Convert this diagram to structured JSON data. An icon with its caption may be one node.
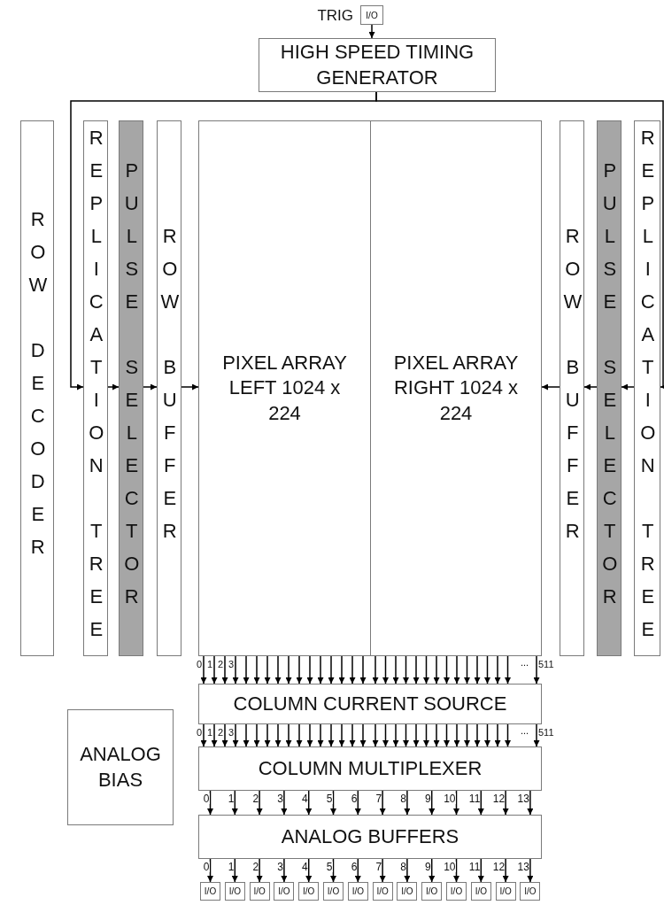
{
  "diagram": {
    "nodes": [
      {
        "text": [
          "I/O"
        ],
        "beside": [
          "TRIG"
        ]
      },
      {
        "text": [
          "HIGH SPEED TIMING GENERATOR"
        ]
      },
      {
        "text": [
          "ROW DECODER"
        ]
      },
      {
        "text": [
          "REPLICATION TREE"
        ]
      },
      {
        "text": [
          "PULSE SELECTOR"
        ]
      },
      {
        "text": [
          "ROW BUFFER"
        ]
      },
      {
        "text": [
          "PIXEL ARRAY LEFT 1024 x 224"
        ]
      },
      {
        "text": [
          "PIXEL ARRAY RIGHT 1024 x 224"
        ]
      },
      {
        "text": [
          "ROW BUFFER"
        ]
      },
      {
        "text": [
          "PULSE SELECTOR"
        ]
      },
      {
        "text": [
          "REPLICATION TREE"
        ]
      },
      {
        "text": [
          "COLUMN CURRENT SOURCE"
        ]
      },
      {
        "text": [
          "ANALOG BIAS"
        ]
      },
      {
        "text": [
          "COLUMN MULTIPLEXER"
        ]
      },
      {
        "text": [
          "ANALOG BUFFERS"
        ]
      },
      {
        "text": [
          "I/O"
        ]
      },
      {
        "text": [
          "I/O"
        ]
      },
      {
        "text": [
          "I/O"
        ]
      },
      {
        "text": [
          "I/O"
        ]
      },
      {
        "text": [
          "I/O"
        ]
      },
      {
        "text": [
          "I/O"
        ]
      },
      {
        "text": [
          "I/O"
        ]
      },
      {
        "text": [
          "I/O"
        ]
      },
      {
        "text": [
          "I/O"
        ]
      },
      {
        "text": [
          "I/O"
        ]
      },
      {
        "text": [
          "I/O"
        ]
      },
      {
        "text": [
          "I/O"
        ]
      },
      {
        "text": [
          "I/O"
        ]
      },
      {
        "text": [
          "I/O"
        ]
      }
    ],
    "edges": [
      {
        "from": 0,
        "to": 1,
        "arrow": "to"
      },
      {
        "from": 1,
        "to": 3,
        "arrow": "to"
      },
      {
        "from": 1,
        "to": 10,
        "arrow": "to"
      },
      {
        "from": 3,
        "to": 4,
        "arrow": "to"
      },
      {
        "from": 4,
        "to": 5,
        "arrow": "to"
      },
      {
        "from": 5,
        "to": 6,
        "arrow": "to"
      },
      {
        "from": 10,
        "to": 9,
        "arrow": "to"
      },
      {
        "from": 9,
        "to": 8,
        "arrow": "to"
      },
      {
        "from": 8,
        "to": 7,
        "arrow": "to"
      },
      {
        "from": 6,
        "to": 11,
        "arrow": "to"
      },
      {
        "from": 7,
        "to": 11,
        "arrow": "to"
      },
      {
        "from": 11,
        "to": 13,
        "arrow": "to"
      },
      {
        "from": 13,
        "to": 14,
        "arrow": "to",
        "label": "0"
      },
      {
        "from": 13,
        "to": 14,
        "arrow": "to",
        "label": "1"
      },
      {
        "from": 13,
        "to": 14,
        "arrow": "to",
        "label": "2"
      },
      {
        "from": 13,
        "to": 14,
        "arrow": "to",
        "label": "3"
      },
      {
        "from": 13,
        "to": 14,
        "arrow": "to",
        "label": "4"
      },
      {
        "from": 13,
        "to": 14,
        "arrow": "to",
        "label": "5"
      },
      {
        "from": 13,
        "to": 14,
        "arrow": "to",
        "label": "6"
      },
      {
        "from": 13,
        "to": 14,
        "arrow": "to",
        "label": "7"
      },
      {
        "from": 13,
        "to": 14,
        "arrow": "to",
        "label": "8"
      },
      {
        "from": 13,
        "to": 14,
        "arrow": "to",
        "label": "9"
      },
      {
        "from": 13,
        "to": 14,
        "arrow": "to",
        "label": "10"
      },
      {
        "from": 13,
        "to": 14,
        "arrow": "to",
        "label": "11"
      },
      {
        "from": 13,
        "to": 14,
        "arrow": "to",
        "label": "12"
      },
      {
        "from": 13,
        "to": 14,
        "arrow": "to",
        "label": "13"
      },
      {
        "from": 14,
        "to": 15,
        "arrow": "to",
        "label": "0"
      },
      {
        "from": 14,
        "to": 16,
        "arrow": "to",
        "label": "1"
      },
      {
        "from": 14,
        "to": 17,
        "arrow": "to",
        "label": "2"
      },
      {
        "from": 14,
        "to": 18,
        "arrow": "to",
        "label": "3"
      },
      {
        "from": 14,
        "to": 19,
        "arrow": "to",
        "label": "4"
      },
      {
        "from": 14,
        "to": 20,
        "arrow": "to",
        "label": "5"
      },
      {
        "from": 14,
        "to": 21,
        "arrow": "to",
        "label": "6"
      },
      {
        "from": 14,
        "to": 22,
        "arrow": "to",
        "label": "7"
      },
      {
        "from": 14,
        "to": 23,
        "arrow": "to",
        "label": "8"
      },
      {
        "from": 14,
        "to": 24,
        "arrow": "to",
        "label": "9"
      },
      {
        "from": 14,
        "to": 25,
        "arrow": "to",
        "label": "10"
      },
      {
        "from": 14,
        "to": 26,
        "arrow": "to",
        "label": "11"
      },
      {
        "from": 14,
        "to": 27,
        "arrow": "to",
        "label": "12"
      },
      {
        "from": 14,
        "to": 28,
        "arrow": "to",
        "label": "13"
      }
    ],
    "labels": [
      "0",
      "1",
      "2",
      "3",
      "...",
      "511",
      "0",
      "1",
      "2",
      "3",
      "...",
      "511"
    ]
  }
}
